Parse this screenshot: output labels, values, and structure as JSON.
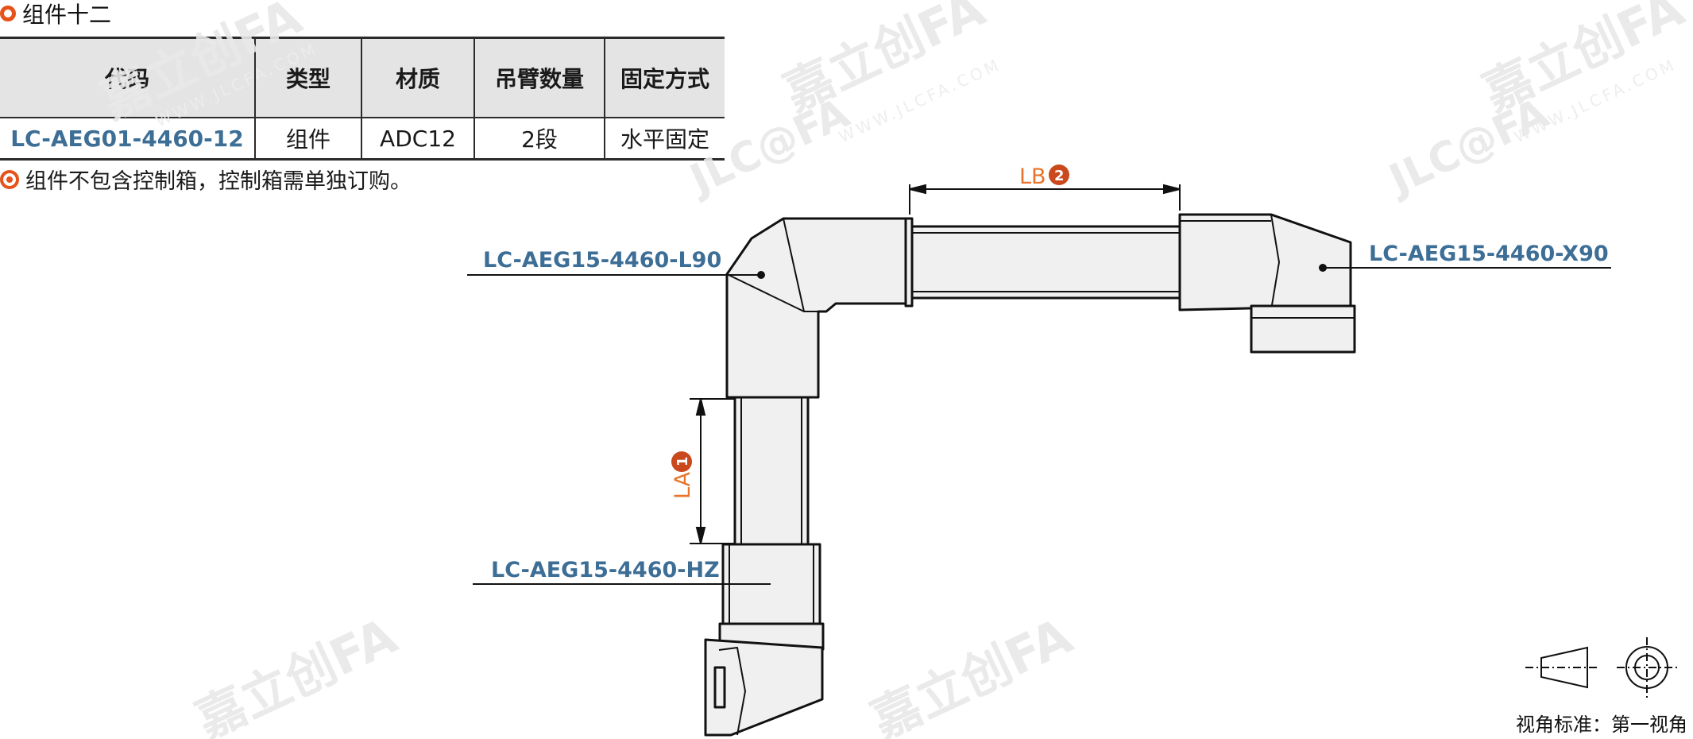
{
  "section": {
    "title": "组件十二"
  },
  "table": {
    "headers": [
      "代码",
      "类型",
      "材质",
      "吊臂数量",
      "固定方式"
    ],
    "row": [
      "LC-AEG01-4460-12",
      "组件",
      "ADC12",
      "2段",
      "水平固定"
    ]
  },
  "note": "组件不包含控制箱，控制箱需单独订购。",
  "parts": {
    "l90": "LC-AEG15-4460-L90",
    "x90": "LC-AEG15-4460-X90",
    "hz": "LC-AEG15-4460-HZ"
  },
  "dimensions": {
    "la": {
      "text": "LA",
      "badge": "1"
    },
    "lb": {
      "text": "LB",
      "badge": "2"
    }
  },
  "watermark": {
    "cn": "嘉立创FA",
    "en": "WWW.JLCFA.COM",
    "logo": "JLC@FA"
  },
  "view_standard": "视角标准：第一视角",
  "colors": {
    "accent": "#e5531a",
    "code_blue": "#3d6e96",
    "dim_orange": "#e8742a"
  }
}
